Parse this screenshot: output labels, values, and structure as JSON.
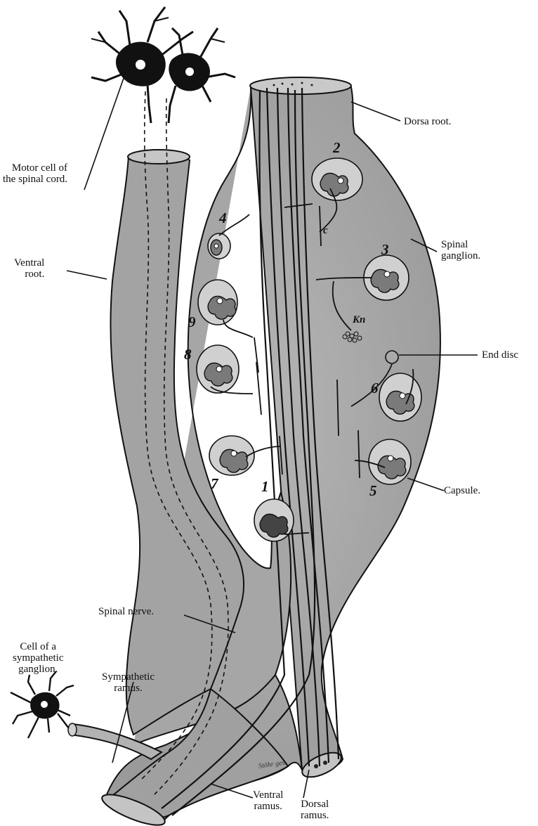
{
  "labels": {
    "motor_cell": "Motor cell of\nthe spinal cord.",
    "dorsal_root": "Dorsa root.",
    "ventral_root": "Ventral\nroot.",
    "spinal_ganglion": "Spinal\nganglion.",
    "end_disc": "End disc",
    "capsule": "Capsule.",
    "spinal_nerve": "Spinal nerve.",
    "sympathetic_cell": "Cell of a\nsympathetic\nganglion.",
    "sympathetic_ramus": "Sympathetic\nramus.",
    "ventral_ramus": "Ventral\nramus.",
    "dorsal_ramus": "Dorsal\nramus."
  },
  "cell_numbers": [
    "1",
    "2",
    "3",
    "4",
    "5",
    "6",
    "7",
    "8",
    "9"
  ],
  "markers": {
    "c": "c",
    "kn": "Kn"
  },
  "signature": "Stöhr ges.",
  "colors": {
    "tissue": "#a9a9a9",
    "tissue_dark": "#8e8e8e",
    "ink": "#111111",
    "capsule": "#d6d6d6"
  }
}
